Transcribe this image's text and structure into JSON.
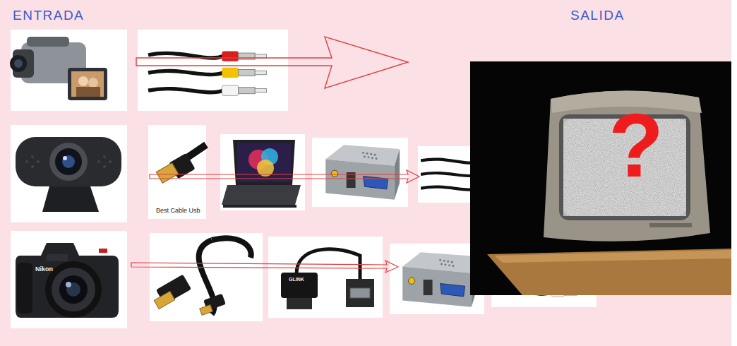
{
  "diagram": {
    "labels": [
      "ENTRADA",
      "SALIDA",
      "Best Cable Usb",
      "Nikon",
      "GLINK",
      "?"
    ]
  }
}
